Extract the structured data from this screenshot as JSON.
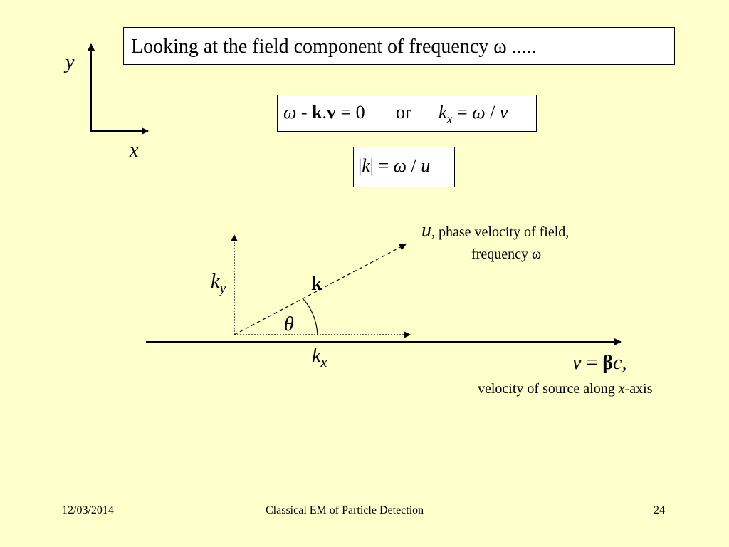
{
  "slide": {
    "title": "Looking at the field component of frequency ω .....",
    "axes_small": {
      "y_label": "y",
      "x_label": "x"
    },
    "equation1": {
      "omega": "ω",
      "minus": " - ",
      "k": "k",
      "dot": ".",
      "v": "v",
      "eq_zero": " = 0",
      "or": "or",
      "k2": "k",
      "k2_sub": "x",
      "eq": " = ",
      "omega2": "ω",
      "slash": " / ",
      "v2": "v"
    },
    "equation2": {
      "bar_left": "|",
      "k": "k",
      "bar_right": "|",
      "eq": " = ",
      "omega": "ω",
      "slash": " / ",
      "u": "u"
    },
    "diagram": {
      "u_symbol": "u",
      "u_desc_line1": ", phase velocity of field,",
      "u_desc_line2": "frequency ω",
      "ky_main": "k",
      "ky_sub": "y",
      "k_vector": "k",
      "theta": "θ",
      "kx_main": "k",
      "kx_sub": "x",
      "v_symbol": "v",
      "v_eq": " = ",
      "beta": "β",
      "c": "c",
      "comma": ",",
      "v_desc_prefix": "velocity of source along ",
      "v_desc_axis": "x",
      "v_desc_suffix": "-axis"
    }
  },
  "footer": {
    "date": "12/03/2014",
    "course": "Classical EM of Particle Detection",
    "page": "24"
  }
}
